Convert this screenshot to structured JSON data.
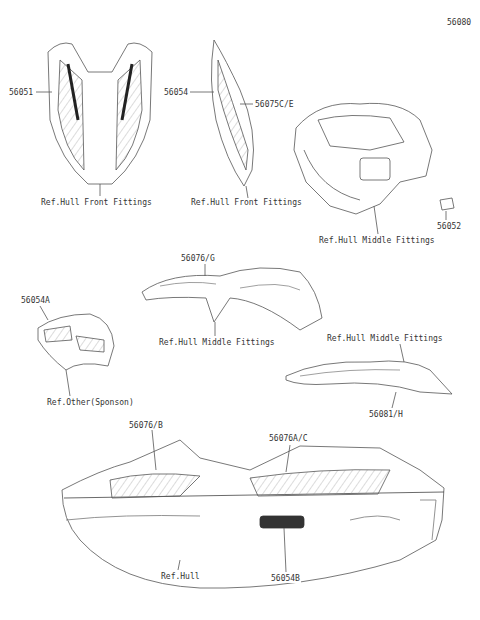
{
  "diagram": {
    "labels": [
      "56080",
      "56051",
      "56054",
      "56075C/E",
      "Ref.Hull Front Fittings",
      "Ref.Hull Front Fittings",
      "Ref.Hull Middle Fittings",
      "56052",
      "56076/G",
      "56054A",
      "Ref.Hull Middle Fittings",
      "Ref.Hull Middle Fittings",
      "Ref.Other(Sponson)",
      "56081/H",
      "56076/B",
      "56076A/C",
      "Ref.Hull",
      "56054B"
    ]
  }
}
